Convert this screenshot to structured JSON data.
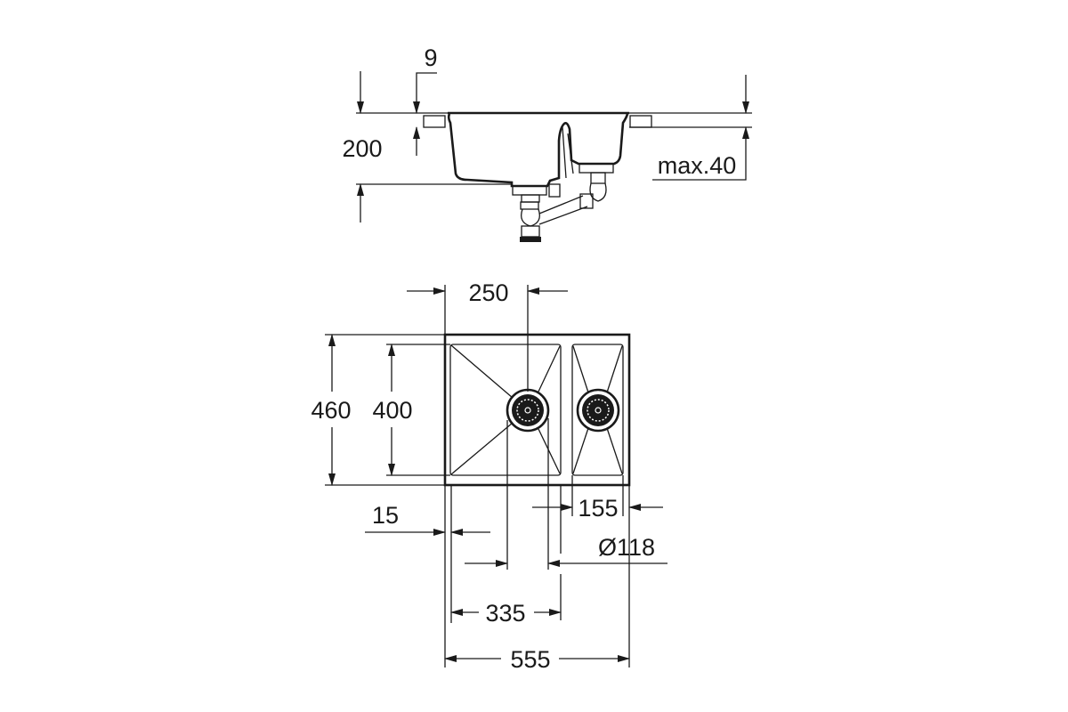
{
  "elevation": {
    "dim_9": "9",
    "dim_200": "200",
    "dim_max40": "max.40"
  },
  "plan": {
    "dim_250": "250",
    "dim_460": "460",
    "dim_400": "400",
    "dim_15": "15",
    "dim_155": "155",
    "dim_118": "Ø118",
    "dim_335": "335",
    "dim_555": "555"
  },
  "colors": {
    "line": "#1a1a1a",
    "background": "#ffffff"
  }
}
